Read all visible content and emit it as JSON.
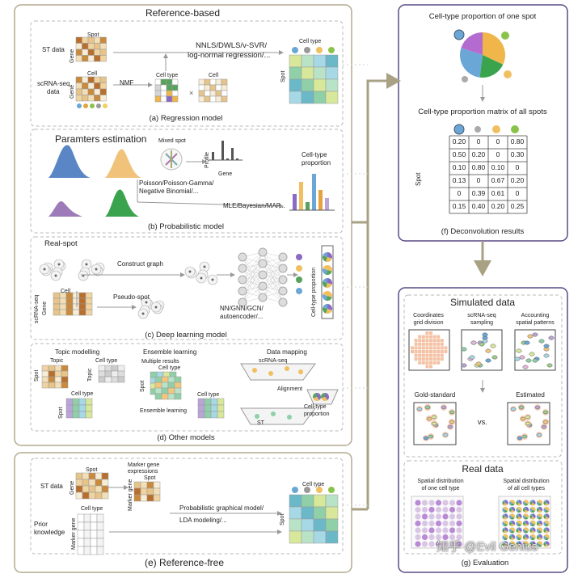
{
  "reference_based": {
    "title": "Reference-based",
    "regression": {
      "st_data": "ST data",
      "spot": "Spot",
      "gene": "Gene",
      "cell": "Cell",
      "scrna_line1": "scRNA-seq",
      "scrna_line2": "data",
      "nmf": "NMF",
      "cell_type": "Cell type",
      "methods_line1": "NNLS/DWLS/v-SVR/",
      "methods_line2": "log-normal regression/...",
      "caption": "(a) Regression model"
    },
    "probabilistic": {
      "params": "Paramters estimation",
      "mixed_spot": "Mixed spot",
      "profile": "Profile",
      "gene": "Gene",
      "dist_line1": "Poisson/Poisson-Gamma/",
      "dist_line2": "Negative Binomial/...",
      "mle": "MLE/Bayesian/MAP...",
      "ctp_line1": "Cell-type",
      "ctp_line2": "proportion",
      "caption": "(b) Probabilistic model"
    },
    "deep": {
      "real_spot": "Real-spot",
      "construct": "Construct graph",
      "pseudo": "Pseudo-spot",
      "scrna": "scRNA-seq",
      "cell": "Cell",
      "gene": "Gene",
      "nn_line1": "NN/GNN/GCN/",
      "nn_line2": "autoencoder/...",
      "ctp": "Cell-type proportion",
      "caption": "(c) Deep learning model"
    },
    "other": {
      "topic_modelling": "Topic modelling",
      "topic": "Topic",
      "cell_type": "Cell type",
      "spot": "Spot",
      "ensemble": "Ensemble learning",
      "multiple": "Multiple results",
      "ensemble_small": "Ensemble learning",
      "data_mapping": "Data mapping",
      "scrna": "scRNA-seq",
      "alignment": "Alignment",
      "st": "ST",
      "ctp_line1": "Cell-type",
      "ctp_line2": "proportion",
      "caption": "(d) Other models"
    }
  },
  "reference_free": {
    "st_data": "ST data",
    "spot": "Spot",
    "gene": "Gene",
    "marker_line1": "Marker gene",
    "marker_line2": "expressions",
    "marker_gene": "Marker gene",
    "prior_line1": "Prior",
    "prior_line2": "knowledge",
    "cell_type": "Cell type",
    "pgm": "Probabilistic graphical model/",
    "lda": "LDA modeling/...",
    "caption": "(e) Reference-free"
  },
  "deconvolution": {
    "title_one": "Cell-type proportion of one spot",
    "title_all": "Cell-type proportion matrix of all spots",
    "spot": "Spot",
    "matrix": [
      [
        "0.20",
        "0",
        "0",
        "0.80"
      ],
      [
        "0.50",
        "0.20",
        "0",
        "0.30"
      ],
      [
        "0.10",
        "0.80",
        "0.10",
        "0"
      ],
      [
        "0.13",
        "0",
        "0.67",
        "0.20"
      ],
      [
        "0",
        "0.39",
        "0.61",
        "0"
      ],
      [
        "0.15",
        "0.40",
        "0.20",
        "0.25"
      ]
    ],
    "caption": "(f) Deconvolution results"
  },
  "evaluation": {
    "simulated_title": "Simulated data",
    "coord_line1": "Coordinates",
    "coord_line2": "grid division",
    "scrna_line1": "scRNA-seq",
    "scrna_line2": "sampling",
    "acc_line1": "Accounting",
    "acc_line2": "spatial patterns",
    "gold": "Gold-standard",
    "estimated": "Estimated",
    "vs": "vs.",
    "real_title": "Real data",
    "one_line1": "Spatial distribution",
    "one_line2": "of one cell type",
    "all_line1": "Spatial distribution",
    "all_line2": "of all cell types",
    "caption": "(g) Evaluation"
  },
  "watermark": "知乎 @Evil Genius",
  "colors": {
    "panel_border": "#b3aa8e",
    "eval_border": "#5a4a86",
    "arrow": "#a8a184",
    "dash": "#b8b8b8"
  }
}
